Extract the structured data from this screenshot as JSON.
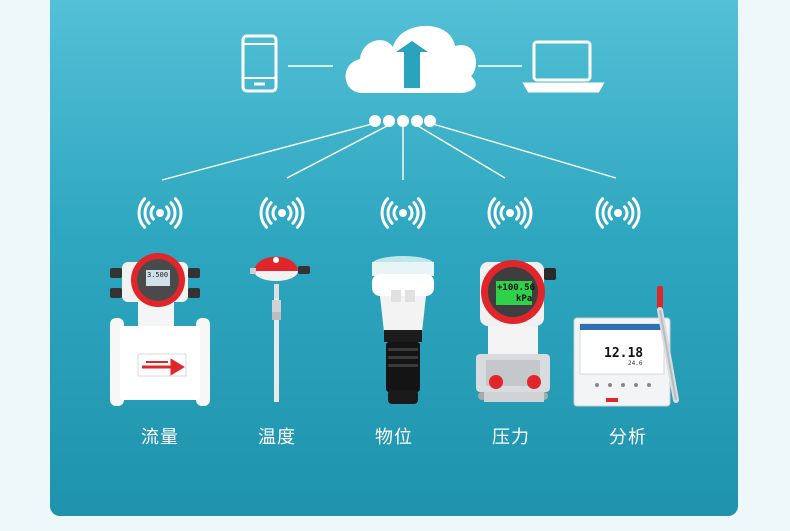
{
  "top": {
    "phone_icon": "phone-icon",
    "cloud_icon": "cloud-upload-icon",
    "laptop_icon": "laptop-icon",
    "hub_icon": "network-hub-icon"
  },
  "devices": [
    {
      "label": "流量",
      "icon": "electromagnetic-flowmeter",
      "display": "3.500"
    },
    {
      "label": "温度",
      "icon": "temperature-sensor"
    },
    {
      "label": "物位",
      "icon": "ultrasonic-level-meter"
    },
    {
      "label": "压力",
      "icon": "pressure-transmitter",
      "display": "+100.56",
      "unit": "kPa"
    },
    {
      "label": "分析",
      "icon": "water-quality-analyzer",
      "display": "12.18",
      "sub": "24.6"
    }
  ],
  "colors": {
    "panel_top": "#53c0d6",
    "panel_bottom": "#1f93ad",
    "accent_red": "#e0262b",
    "line_white": "#ffffff"
  }
}
